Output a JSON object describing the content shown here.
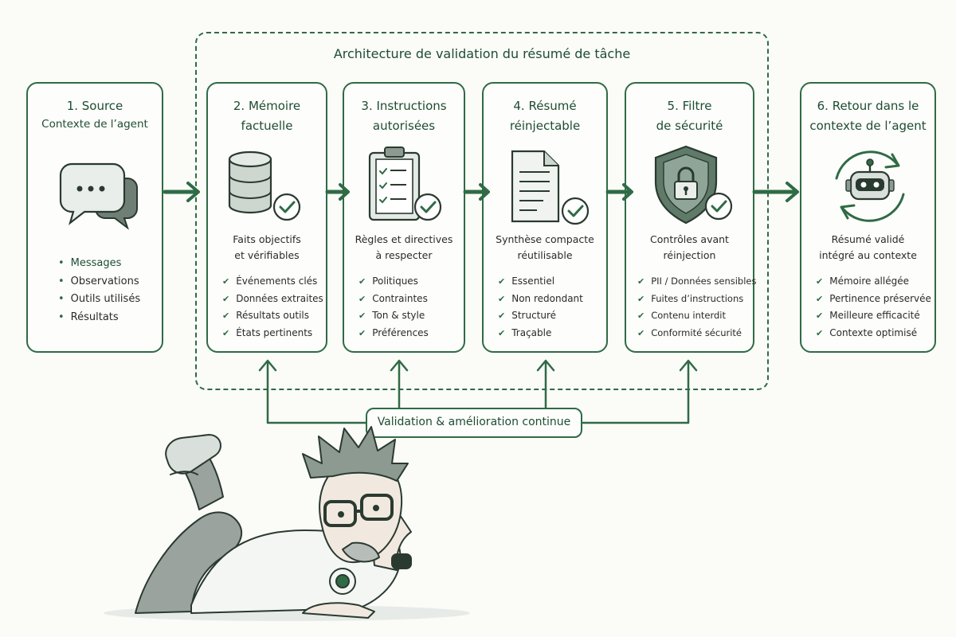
{
  "architecture": {
    "title": "Architecture de validation du résumé de tâche"
  },
  "cards": {
    "source": {
      "title_lines": [
        "1. Source"
      ],
      "subtitle": "Contexte de l’agent",
      "items": [
        "Messages",
        "Observations",
        "Outils utilisés",
        "Résultats"
      ],
      "icon": "chat-bubbles-icon"
    },
    "memory": {
      "title_lines": [
        "2. Mémoire",
        "factuelle"
      ],
      "desc_lines": [
        "Faits objectifs",
        "et vérifiables"
      ],
      "items": [
        "Événements clés",
        "Données extraites",
        "Résultats outils",
        "États pertinents"
      ],
      "icon": "database-icon"
    },
    "instructions": {
      "title_lines": [
        "3. Instructions",
        "autorisées"
      ],
      "desc_lines": [
        "Règles et directives",
        "à respecter"
      ],
      "items": [
        "Politiques",
        "Contraintes",
        "Ton & style",
        "Préférences"
      ],
      "icon": "clipboard-checklist-icon"
    },
    "summary": {
      "title_lines": [
        "4. Résumé",
        "réinjectable"
      ],
      "desc_lines": [
        "Synthèse compacte",
        "réutilisable"
      ],
      "items": [
        "Essentiel",
        "Non redondant",
        "Structuré",
        "Traçable"
      ],
      "icon": "document-icon"
    },
    "filter": {
      "title_lines": [
        "5. Filtre",
        "de sécurité"
      ],
      "desc_lines": [
        "Contrôles avant",
        "réinjection"
      ],
      "items": [
        "PII / Données sensibles",
        "Fuites d’instructions",
        "Contenu interdit",
        "Conformité sécurité"
      ],
      "icon": "shield-lock-icon"
    },
    "return": {
      "title_lines": [
        "6. Retour dans le",
        "contexte de l’agent"
      ],
      "desc_lines": [
        "Résumé validé",
        "intégré au contexte"
      ],
      "items": [
        "Mémoire allégée",
        "Pertinence préservée",
        "Meilleure efficacité",
        "Contexte optimisé"
      ],
      "icon": "robot-cycle-icon"
    }
  },
  "feedback": {
    "label": "Validation & amélioration continue"
  },
  "colors": {
    "accent": "#2f6b45",
    "accent_dark": "#1e4d32",
    "background": "#fbfbf8"
  }
}
